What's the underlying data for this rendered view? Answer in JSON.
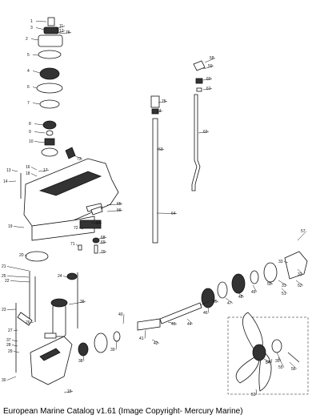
{
  "caption": "European Marine Catalog v1.61 (Image Copyright- Mercury Marine)",
  "callouts": [
    "1",
    "2",
    "3",
    "4",
    "5",
    "6",
    "7",
    "8",
    "9",
    "10",
    "11",
    "12",
    "13",
    "14",
    "15",
    "16",
    "17",
    "18",
    "19",
    "20",
    "21",
    "22",
    "23",
    "24",
    "25",
    "26",
    "27",
    "28",
    "29",
    "30",
    "31",
    "32",
    "33",
    "34",
    "35",
    "36",
    "37",
    "38",
    "39",
    "40",
    "41",
    "42",
    "43",
    "44",
    "45",
    "46",
    "47",
    "48",
    "49",
    "50",
    "51",
    "52",
    "53",
    "54",
    "55",
    "56",
    "57",
    "58",
    "59",
    "60",
    "61",
    "62",
    "63",
    "64",
    "65",
    "66",
    "67",
    "68",
    "69",
    "70",
    "71",
    "72",
    "73",
    "74",
    "75",
    "76"
  ]
}
